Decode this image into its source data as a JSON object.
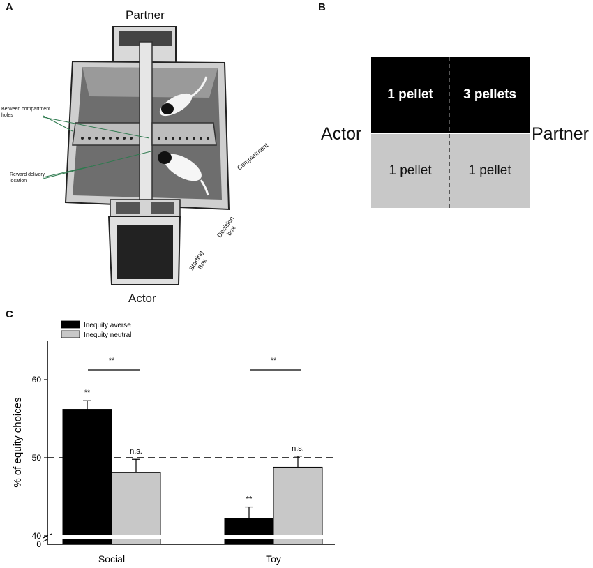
{
  "panel_a": {
    "letter": "A",
    "top_label": "Partner",
    "bottom_label": "Actor",
    "annotations": {
      "holes": [
        "Between compartment",
        "holes"
      ],
      "reward": [
        "Reward delivery",
        "location"
      ],
      "compartment": "Compartment",
      "decision": [
        "Decision",
        "box"
      ],
      "starting": [
        "Starting",
        "Box"
      ]
    }
  },
  "panel_b": {
    "letter": "B",
    "left_label": "Actor",
    "right_label": "Partner",
    "cells": {
      "top_left": "1 pellet",
      "top_right": "3 pellets",
      "bottom_left": "1 pellet",
      "bottom_right": "1 pellet"
    },
    "colors": {
      "dark": "#000000",
      "light": "#c8c8c8"
    }
  },
  "panel_c": {
    "letter": "C",
    "chart_data": {
      "type": "bar",
      "categories": [
        "Social",
        "Toy"
      ],
      "series": [
        {
          "name": "Inequity averse",
          "values": [
            56.2,
            42.2
          ],
          "errors": [
            1.1,
            1.5
          ],
          "color": "#000000",
          "marks": [
            "**",
            "**"
          ]
        },
        {
          "name": "Inequity neutral",
          "values": [
            48.1,
            48.8
          ],
          "errors": [
            1.7,
            1.4
          ],
          "color": "#c8c8c8",
          "marks": [
            "n.s.",
            "n.s."
          ]
        }
      ],
      "ylabel": "% of equity choices",
      "ylim": [
        40,
        65
      ],
      "yticks": [
        "60",
        "50",
        "40"
      ],
      "y_zero_label": "0",
      "reference_line": 50,
      "comparisons": [
        "**",
        "**"
      ],
      "legend_position": "top-left",
      "axis_break": true
    }
  }
}
